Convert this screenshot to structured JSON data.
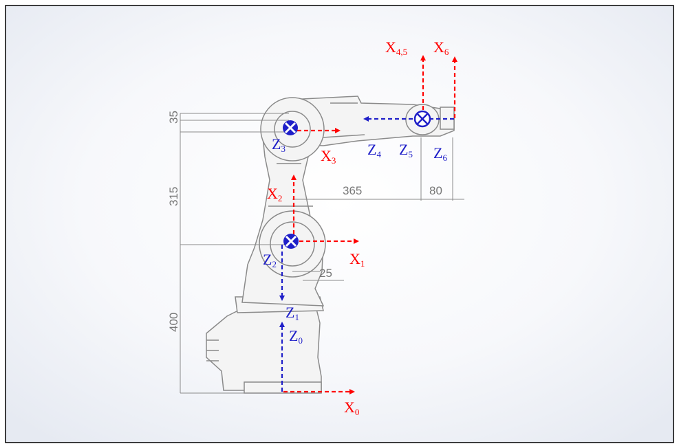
{
  "colors": {
    "x_axis": "#ff0000",
    "z_axis": "#1f1fc8",
    "robot_body": "#f4f4f4",
    "robot_line": "#8a8a8a",
    "dimension": "#8a8a8a",
    "background_tint": "#e9edf4"
  },
  "dimensions": {
    "d35": "35",
    "d315": "315",
    "d400": "400",
    "d365": "365",
    "d80": "80",
    "d25": "25"
  },
  "frames": {
    "x0": {
      "base": "X",
      "sub": "0"
    },
    "x1": {
      "base": "X",
      "sub": "1"
    },
    "x2": {
      "base": "X",
      "sub": "2"
    },
    "x3": {
      "base": "X",
      "sub": "3"
    },
    "x45": {
      "base": "X",
      "sub": "4,5"
    },
    "x6": {
      "base": "X",
      "sub": "6"
    },
    "z0": {
      "base": "Z",
      "sub": "0"
    },
    "z1": {
      "base": "Z",
      "sub": "1"
    },
    "z2": {
      "base": "Z",
      "sub": "2"
    },
    "z3": {
      "base": "Z",
      "sub": "3"
    },
    "z4": {
      "base": "Z",
      "sub": "4"
    },
    "z5": {
      "base": "Z",
      "sub": "5"
    },
    "z6": {
      "base": "Z",
      "sub": "6"
    }
  }
}
